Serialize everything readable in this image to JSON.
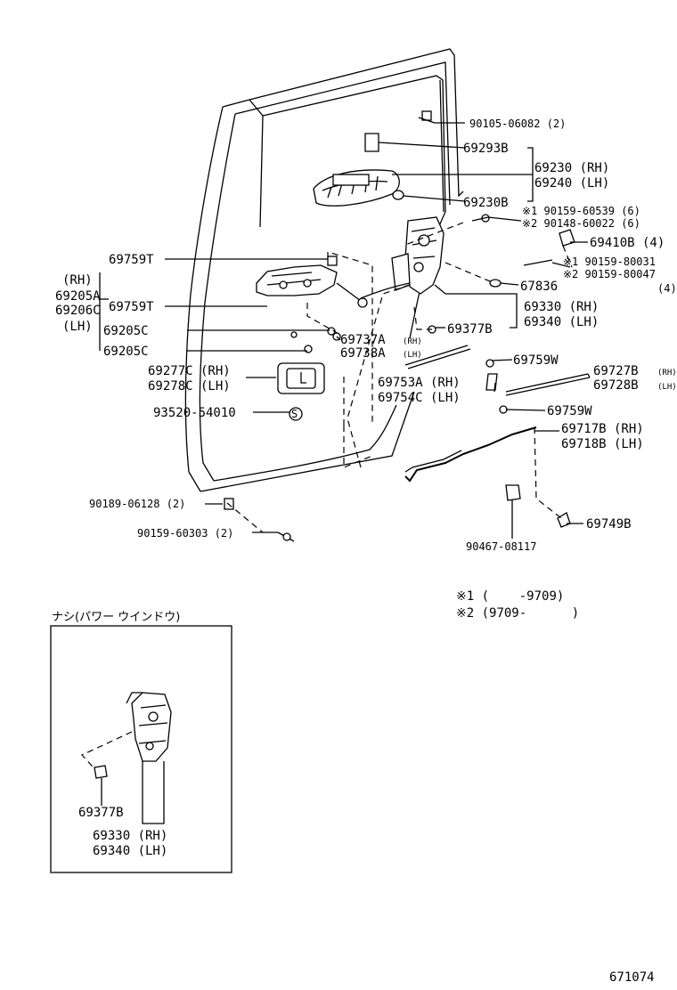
{
  "diagram_code": "671074",
  "inset_title": "ナシ(パワー ウインドウ)",
  "notes": {
    "note1": "※1 (    -9709)",
    "note2": "※2 (9709-      )"
  },
  "labels": {
    "p90105": "90105-06082 (2)",
    "p69293B": "69293B",
    "p69230": "69230 (RH)",
    "p69240": "69240 (LH)",
    "p69230B": "69230B",
    "p90159_60539": "※1 90159-60539 (6)",
    "p90148": "※2 90148-60022 (6)",
    "p69410B": "69410B (4)",
    "p90159_80031": "※1 90159-80031",
    "p90159_80047": "※2 90159-80047",
    "p4": "(4)",
    "p67836": "67836",
    "p69330": "69330 (RH)",
    "p69340": "69340 (LH)",
    "p69377B": "69377B",
    "p69759T_a": "69759T",
    "rh": "(RH)",
    "p69205A": "69205A",
    "p69759T_b": "69759T",
    "p69206C": "69206C",
    "lh": "(LH)",
    "p69205C_a": "69205C",
    "p69205C_b": "69205C",
    "p69737A": "69737A",
    "p69737A_sfx": "(RH)",
    "p69738A": "69738A",
    "p69738A_sfx": "(LH)",
    "p69759W_a": "69759W",
    "p69727B": "69727B",
    "p69727B_sfx": "(RH)",
    "p69728B": "69728B",
    "p69728B_sfx": "(LH)",
    "p69277C": "69277C (RH)",
    "p69278C": "69278C (LH)",
    "p69753A": "69753A (RH)",
    "p69754C": "69754C (LH)",
    "p93520": "93520-54010",
    "p69759W_b": "69759W",
    "p69717B": "69717B (RH)",
    "p69718B": "69718B (LH)",
    "p90189": "90189-06128 (2)",
    "p90159_60303": "90159-60303 (2)",
    "p69749B": "69749B",
    "p90467": "90467-08117",
    "inset_69377B": "69377B",
    "inset_69330": "69330 (RH)",
    "inset_69340": "69340 (LH)"
  }
}
